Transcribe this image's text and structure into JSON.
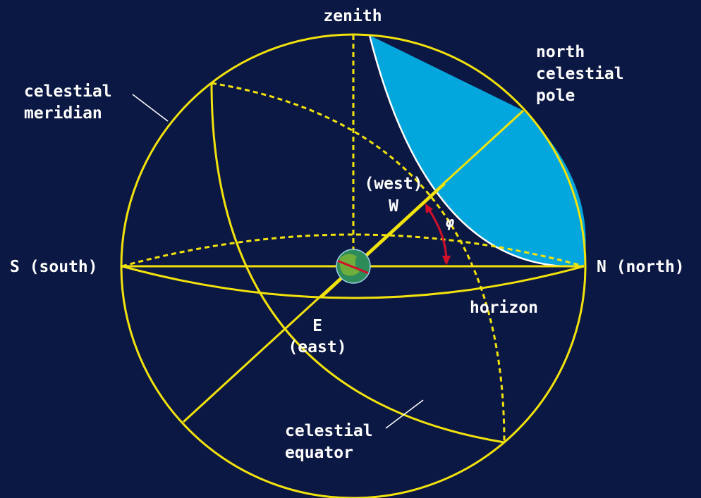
{
  "colors": {
    "background": "#0c1844",
    "lines": "#f2e20c",
    "pole_cap": "#00a6dc",
    "pole_cap_edge": "#ffffff",
    "latitude_arrow": "#d2102a",
    "label_text": "#ffffff",
    "earth": "#2e8c5a"
  },
  "labels": {
    "zenith": "zenith",
    "north_celestial_pole": [
      "north",
      "celestial",
      "pole"
    ],
    "celestial_meridian": [
      "celestial",
      "meridian"
    ],
    "west_paren": "(west)",
    "west": "W",
    "latitude_symbol": "φ",
    "south": "S (south)",
    "north": "N (north)",
    "horizon": "horizon",
    "east": "E",
    "east_paren": "(east)",
    "celestial_equator": [
      "celestial",
      "equator"
    ]
  },
  "icons": {
    "earth": "earth-globe-icon"
  }
}
